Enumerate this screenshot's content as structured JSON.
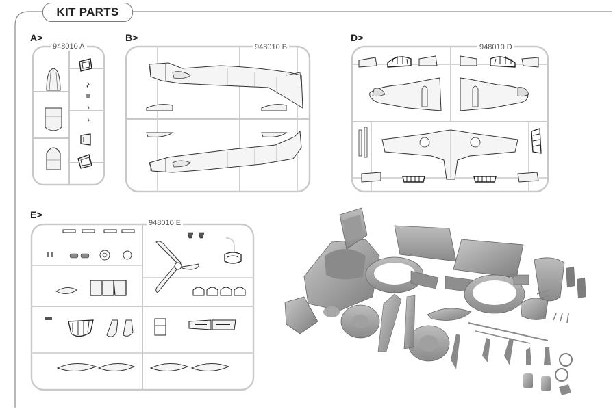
{
  "header": {
    "title": "KIT PARTS"
  },
  "sections": [
    {
      "id": "A",
      "label": "A>",
      "sprue_code": "948010 A"
    },
    {
      "id": "B",
      "label": "B>",
      "sprue_code": "948010 B"
    },
    {
      "id": "D",
      "label": "D>",
      "sprue_code": "948010 D"
    },
    {
      "id": "E",
      "label": "E>",
      "sprue_code": "948010 E"
    }
  ],
  "colors": {
    "frame": "#8a8a8a",
    "sprue": "#c9c9c9",
    "part_stroke": "#333333",
    "part_fill": "#f3f3f3",
    "render_dark": "#7d7d7d",
    "render_mid": "#a3a3a3",
    "render_light": "#c8c8c8"
  }
}
